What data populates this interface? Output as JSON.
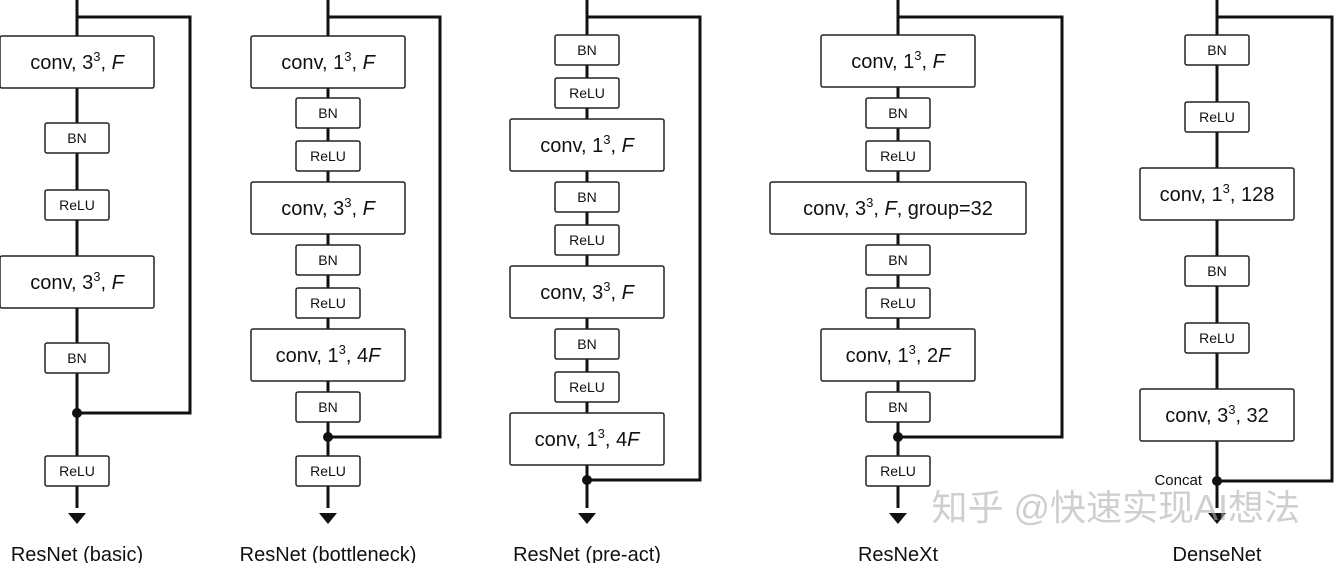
{
  "columns": [
    {
      "title": "ResNet (basic)",
      "blocks": [
        {
          "label": "conv, 3",
          "sup": "3",
          "rest": ", ",
          "ital": "F"
        },
        {
          "label": "BN"
        },
        {
          "label": "ReLU"
        },
        {
          "label": "conv, 3",
          "sup": "3",
          "rest": ", ",
          "ital": "F"
        },
        {
          "label": "BN"
        },
        {
          "label": "ReLU"
        }
      ]
    },
    {
      "title": "ResNet (bottleneck)",
      "blocks": [
        {
          "label": "conv, 1",
          "sup": "3",
          "rest": ", ",
          "ital": "F"
        },
        {
          "label": "BN"
        },
        {
          "label": "ReLU"
        },
        {
          "label": "conv, 3",
          "sup": "3",
          "rest": ", ",
          "ital": "F"
        },
        {
          "label": "BN"
        },
        {
          "label": "ReLU"
        },
        {
          "label": "conv, 1",
          "sup": "3",
          "rest": ", 4",
          "ital": "F"
        },
        {
          "label": "BN"
        },
        {
          "label": "ReLU"
        }
      ]
    },
    {
      "title": "ResNet (pre-act)",
      "blocks": [
        {
          "label": "BN"
        },
        {
          "label": "ReLU"
        },
        {
          "label": "conv, 1",
          "sup": "3",
          "rest": ", ",
          "ital": "F"
        },
        {
          "label": "BN"
        },
        {
          "label": "ReLU"
        },
        {
          "label": "conv, 3",
          "sup": "3",
          "rest": ", ",
          "ital": "F"
        },
        {
          "label": "BN"
        },
        {
          "label": "ReLU"
        },
        {
          "label": "conv, 1",
          "sup": "3",
          "rest": ", 4",
          "ital": "F"
        }
      ]
    },
    {
      "title": "ResNeXt",
      "blocks": [
        {
          "label": "conv, 1",
          "sup": "3",
          "rest": ", ",
          "ital": "F"
        },
        {
          "label": "BN"
        },
        {
          "label": "ReLU"
        },
        {
          "label": "conv, 3",
          "sup": "3",
          "rest": ", ",
          "ital": "F",
          "tail": ", group=32"
        },
        {
          "label": "BN"
        },
        {
          "label": "ReLU"
        },
        {
          "label": "conv, 1",
          "sup": "3",
          "rest": ", 2",
          "ital": "F"
        },
        {
          "label": "BN"
        },
        {
          "label": "ReLU"
        }
      ]
    },
    {
      "title": "DenseNet",
      "concat_label": "Concat",
      "blocks": [
        {
          "label": "BN"
        },
        {
          "label": "ReLU"
        },
        {
          "label": "conv, 1",
          "sup": "3",
          "rest": ", 128"
        },
        {
          "label": "BN"
        },
        {
          "label": "ReLU"
        },
        {
          "label": "conv, 3",
          "sup": "3",
          "rest": ", 32"
        }
      ]
    }
  ],
  "watermark": "知乎 @快速实现AI想法"
}
